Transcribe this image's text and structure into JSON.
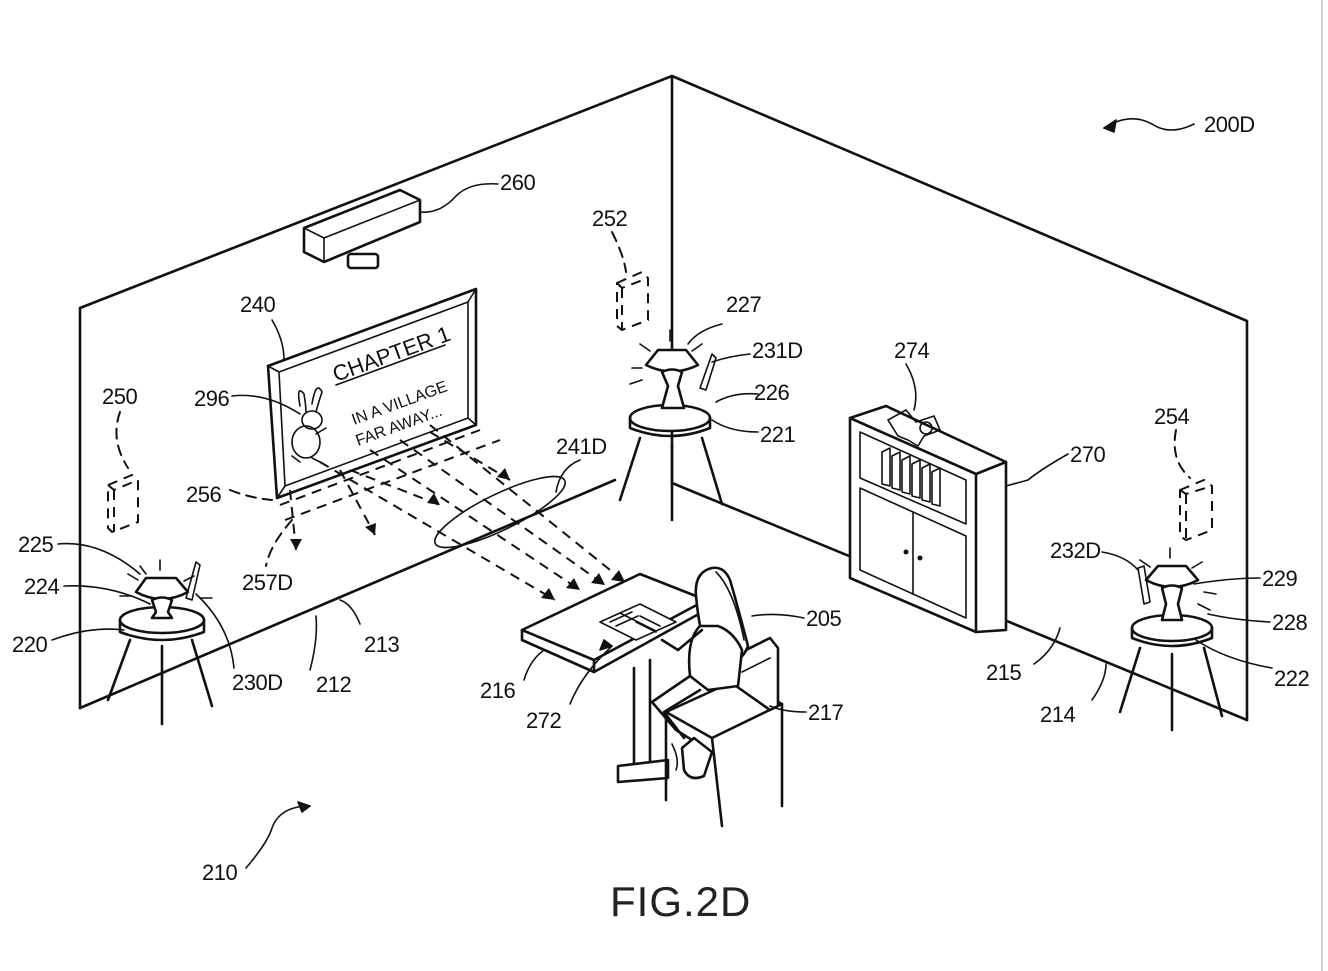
{
  "figure": {
    "caption": "FIG.2D",
    "screen": {
      "heading": "CHAPTER 1",
      "line1": "IN A VILLAGE",
      "line2": "FAR AWAY..."
    },
    "labels": {
      "l200D": "200D",
      "l210": "210",
      "l205": "205",
      "l212": "212",
      "l213": "213",
      "l214": "214",
      "l215": "215",
      "l216": "216",
      "l217": "217",
      "l220": "220",
      "l221": "221",
      "l222": "222",
      "l224": "224",
      "l225": "225",
      "l226": "226",
      "l227": "227",
      "l228": "228",
      "l229": "229",
      "l230D": "230D",
      "l231D": "231D",
      "l232D": "232D",
      "l240": "240",
      "l241D": "241D",
      "l250": "250",
      "l252": "252",
      "l254": "254",
      "l256": "256",
      "l257D": "257D",
      "l260": "260",
      "l270": "270",
      "l272": "272",
      "l274": "274",
      "l296": "296"
    }
  }
}
